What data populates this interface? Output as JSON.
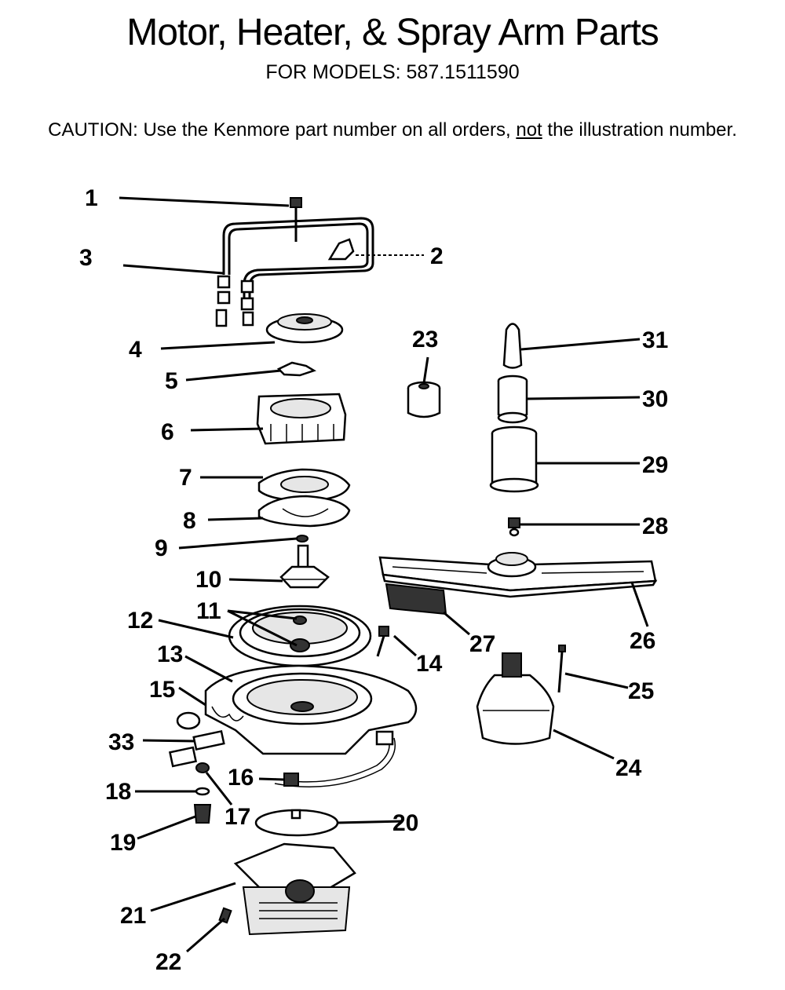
{
  "header": {
    "title": "Motor, Heater, & Spray Arm Parts",
    "subtitle": "FOR MODELS:  587.1511590",
    "caution_prefix": "CAUTION:  Use the Kenmore part number on all orders, ",
    "caution_emph": "not",
    "caution_suffix": " the illustration number."
  },
  "callouts": {
    "c1": "1",
    "c2": "2",
    "c3": "3",
    "c4": "4",
    "c5": "5",
    "c6": "6",
    "c7": "7",
    "c8": "8",
    "c9": "9",
    "c10": "10",
    "c11": "11",
    "c12": "12",
    "c13": "13",
    "c14": "14",
    "c15": "15",
    "c16": "16",
    "c17": "17",
    "c18": "18",
    "c19": "19",
    "c20": "20",
    "c21": "21",
    "c22": "22",
    "c23": "23",
    "c24": "24",
    "c25": "25",
    "c26": "26",
    "c27": "27",
    "c28": "28",
    "c29": "29",
    "c30": "30",
    "c31": "31",
    "c33": "33"
  }
}
